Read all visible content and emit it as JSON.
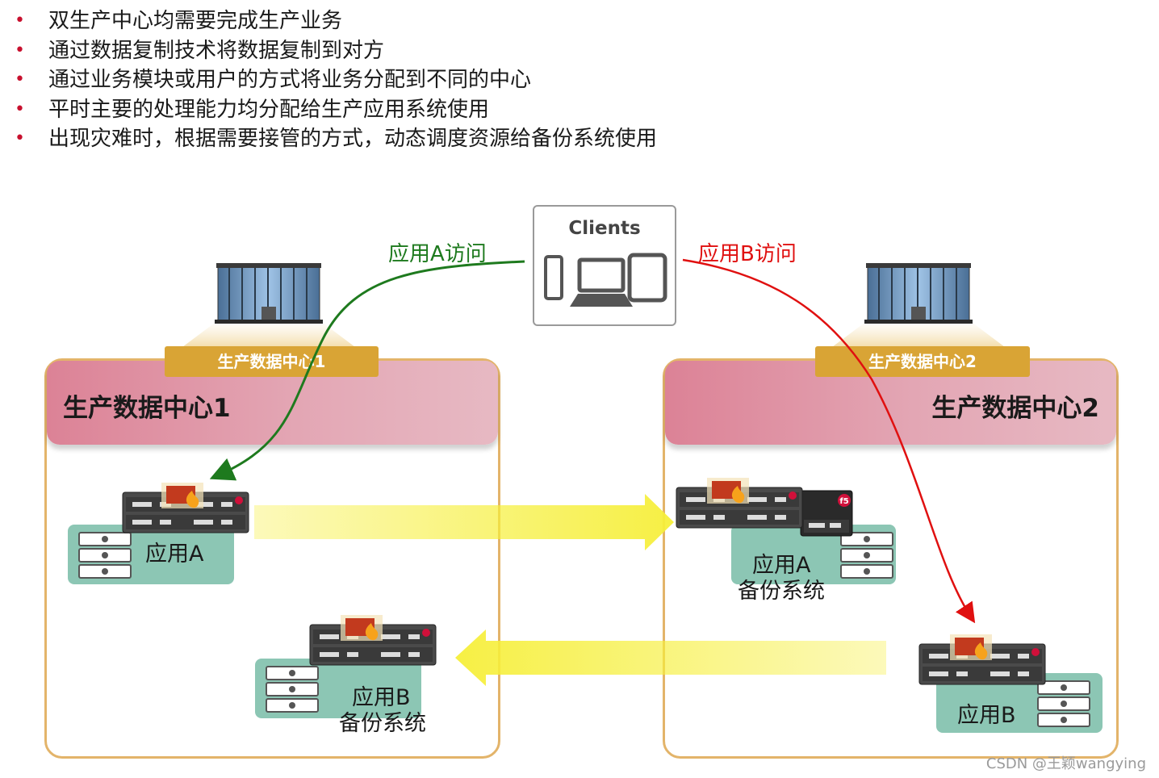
{
  "bullets": [
    "双生产中心均需要完成生产业务",
    "通过数据复制技术将数据复制到对方",
    "通过业务模块或用户的方式将业务分配到不同的中心",
    "平时主要的处理能力均分配给生产应用系统使用",
    "出现灾难时，根据需要接管的方式，动态调度资源给备份系统使用"
  ],
  "bullet_symbol": "•",
  "clients": {
    "title": "Clients"
  },
  "access": {
    "app_a": "应用A访问",
    "app_a_color": "#1e7a1e",
    "app_b": "应用B访问",
    "app_b_color": "#e01010"
  },
  "dc1": {
    "tab": "生产数据中心1",
    "title": "生产数据中心1",
    "app_a": "应用A",
    "app_b_line1": "应用B",
    "app_b_line2": "备份系统"
  },
  "dc2": {
    "tab": "生产数据中心2",
    "title": "生产数据中心2",
    "app_a_line1": "应用A",
    "app_a_line2": "备份系统",
    "app_b": "应用B"
  },
  "device_label": "f5",
  "watermark": "CSDN @王颖wangying",
  "colors": {
    "frame": "#e3b46a",
    "tab": "#d9a435",
    "appbox": "#8cc6b4",
    "header": "#dc8296",
    "arrow_yellow": "#f6ef3a",
    "bullet": "#c8102e"
  }
}
